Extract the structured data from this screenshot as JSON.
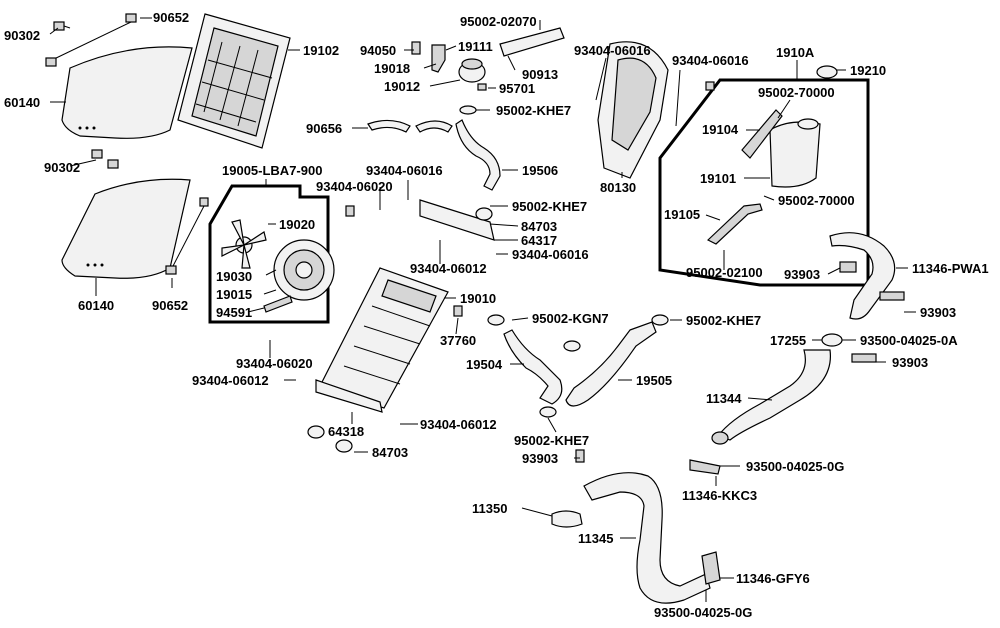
{
  "diagram": {
    "labels": {
      "l_90302_a": "90302",
      "l_90652_a": "90652",
      "l_19102": "19102",
      "l_60140_a": "60140",
      "l_90302_b": "90302",
      "l_60140_b": "60140",
      "l_90652_b": "90652",
      "l_95002_02070": "95002-02070",
      "l_94050": "94050",
      "l_19111": "19111",
      "l_19018": "19018",
      "l_90913": "90913",
      "l_19012": "19012",
      "l_95701": "95701",
      "l_95002_khe7_a": "95002-KHE7",
      "l_93404_06016_a": "93404-06016",
      "l_93404_06016_b": "93404-06016",
      "l_1910a": "1910A",
      "l_19210": "19210",
      "l_95002_70000_a": "95002-70000",
      "l_19104": "19104",
      "l_90656": "90656",
      "l_19506": "19506",
      "l_19101": "19101",
      "l_95002_70000_b": "95002-70000",
      "l_80130": "80130",
      "l_19005": "19005-LBA7-900",
      "l_93404_06016_c": "93404-06016",
      "l_93404_06020_a": "93404-06020",
      "l_95002_khe7_b": "95002-KHE7",
      "l_19105": "19105",
      "l_84703_a": "84703",
      "l_64317": "64317",
      "l_19020": "19020",
      "l_93404_06016_d": "93404-06016",
      "l_93404_06012_a": "93404-06012",
      "l_95002_02100": "95002-02100",
      "l_93903_a": "93903",
      "l_11346_pwa1": "11346-PWA1",
      "l_19030": "19030",
      "l_19015": "19015",
      "l_19010": "19010",
      "l_94591": "94591",
      "l_93903_b": "93903",
      "l_95002_kgn7": "95002-KGN7",
      "l_95002_khe7_c": "95002-KHE7",
      "l_37760": "37760",
      "l_17255": "17255",
      "l_93500_04025_0a": "93500-04025-0A",
      "l_93404_06020_b": "93404-06020",
      "l_93903_c": "93903",
      "l_19504": "19504",
      "l_19505": "19505",
      "l_93404_06012_b": "93404-06012",
      "l_11344": "11344",
      "l_93404_06012_c": "93404-06012",
      "l_64318": "64318",
      "l_95002_khe7_d": "95002-KHE7",
      "l_84703_b": "84703",
      "l_93903_d": "93903",
      "l_93500_04025_0g_a": "93500-04025-0G",
      "l_11346_kkc3": "11346-KKC3",
      "l_11350": "11350",
      "l_11345": "11345",
      "l_11346_gfy6": "11346-GFY6",
      "l_93500_04025_0g_b": "93500-04025-0G"
    }
  }
}
